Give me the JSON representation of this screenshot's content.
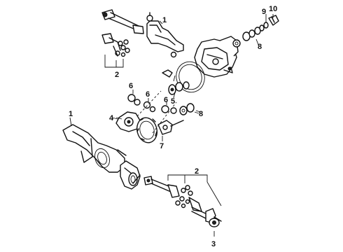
{
  "callouts": {
    "c1_top": "1",
    "c2_top": "2",
    "c5": "5",
    "c6_a": "6",
    "c6_b": "6",
    "c6_c": "6",
    "c8_top": "8",
    "c9": "9",
    "c10": "10",
    "c8_mid": "8",
    "c4": "4",
    "c7": "7",
    "c1_bottom": "1",
    "c2_bottom": "2",
    "c3": "3"
  }
}
